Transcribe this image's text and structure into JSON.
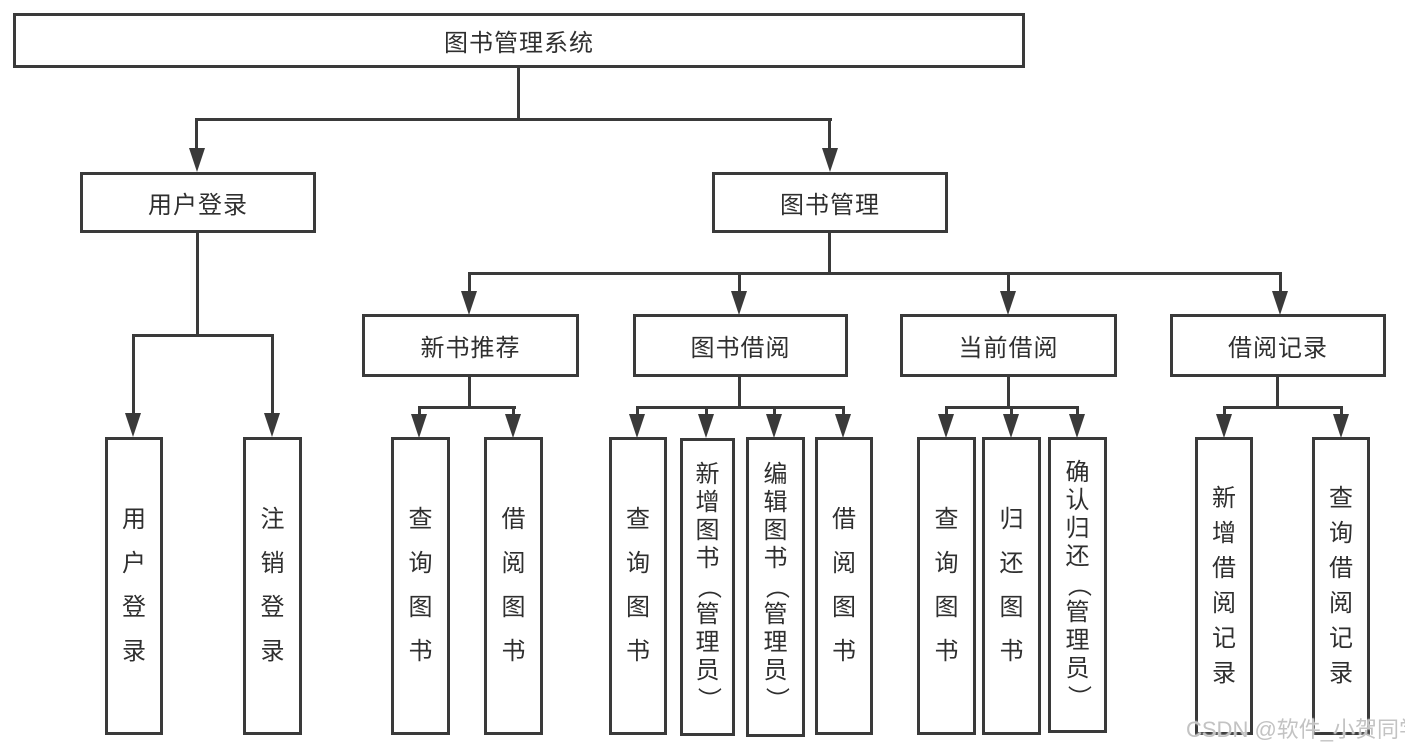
{
  "diagram": {
    "type": "hierarchy-tree",
    "colors": {
      "line": "#3a3a3a",
      "text": "#2f2f2f",
      "background": "#ffffff",
      "watermark": "#c3c3c3"
    },
    "tree": {
      "label": "图书管理系统",
      "children": [
        {
          "label": "用户登录",
          "children": [
            {
              "label": "用户登录"
            },
            {
              "label": "注销登录"
            }
          ]
        },
        {
          "label": "图书管理",
          "children": [
            {
              "label": "新书推荐",
              "children": [
                {
                  "label": "查询图书"
                },
                {
                  "label": "借阅图书"
                }
              ]
            },
            {
              "label": "图书借阅",
              "children": [
                {
                  "label": "查询图书"
                },
                {
                  "label": "新增图书（管理员）"
                },
                {
                  "label": "编辑图书（管理员）"
                },
                {
                  "label": "借阅图书"
                }
              ]
            },
            {
              "label": "当前借阅",
              "children": [
                {
                  "label": "查询图书"
                },
                {
                  "label": "归还图书"
                },
                {
                  "label": "确认归还（管理员）"
                }
              ]
            },
            {
              "label": "借阅记录",
              "children": [
                {
                  "label": "新增借阅记录"
                },
                {
                  "label": "查询借阅记录"
                }
              ]
            }
          ]
        }
      ]
    },
    "watermark": {
      "text": "CSDN @软件_小贺同学"
    }
  }
}
